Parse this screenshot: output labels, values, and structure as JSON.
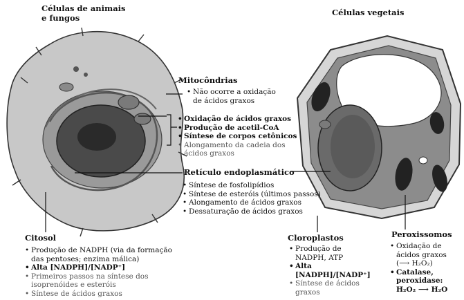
{
  "animal_title_l1": "Células de animais",
  "animal_title_l2": "e fungos",
  "plant_title": "Células vegetais",
  "mito": {
    "heading": "Mitocôndrias",
    "no_oxid_l1": "Não ocorre a oxidação",
    "no_oxid_l2": "de ácidos graxos",
    "items": [
      "Oxidação de ácidos graxos",
      "Produção de acetil-CoA",
      "Síntese de corpos cetônicos"
    ],
    "along_l1": "Alongamento da cadeia dos",
    "along_l2": "ácidos graxos"
  },
  "er": {
    "heading": "Retículo endoplasmático",
    "items": [
      "Síntese de fosfolipídios",
      "Síntese de esteróis (últimos passos)",
      "Alongamento de ácidos graxos",
      "Dessaturação de ácidos graxos"
    ]
  },
  "cytosol": {
    "heading": "Citosol",
    "nadph_l1": "Produção de NADPH (via da formação",
    "nadph_l2": "das pentoses; enzima málica)",
    "ratio": "Alta [NADPH]/[NADP⁺]",
    "first_l1": "Primeiros passos na síntese dos",
    "first_l2": "isoprenóides e esteróis",
    "fa": "Síntese de ácidos graxos"
  },
  "chloro": {
    "heading": "Cloroplastos",
    "prod_l1": "Produção de",
    "prod_l2": "NADPH, ATP",
    "ratio_l1": "Alta",
    "ratio_l2": "[NADPH]/[NADP⁺]",
    "fa_l1": "Síntese de ácidos",
    "fa_l2": "graxos"
  },
  "perox": {
    "heading": "Peroxissomos",
    "oxid_l1": "Oxidação de",
    "oxid_l2": "ácidos graxos",
    "oxid_product": "H₂O₂",
    "cat_l1": "Catalase,",
    "cat_l2": "peroxidase:",
    "substrate": "H₂O₂",
    "product": "H₂O"
  }
}
